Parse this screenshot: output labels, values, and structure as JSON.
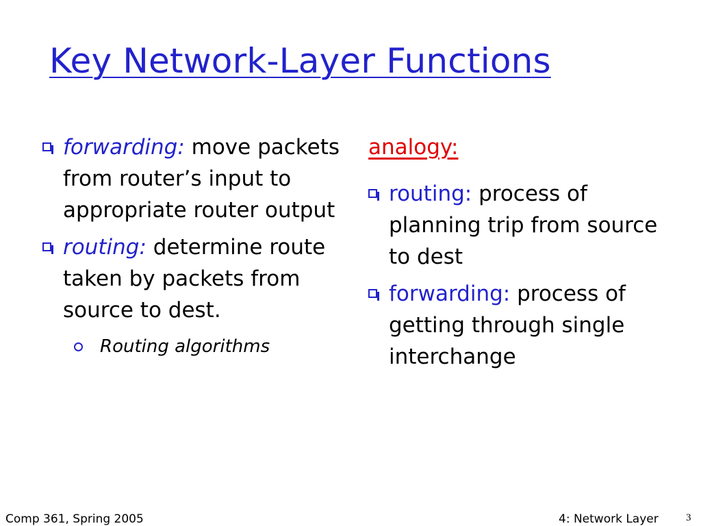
{
  "slide": {
    "title": "Key Network-Layer Functions",
    "left": {
      "bullets": [
        {
          "term": "forwarding:",
          "text": " move packets from router’s input to appropriate router output"
        },
        {
          "term": "routing:",
          "text": " determine route taken by packets from source to dest."
        }
      ],
      "sub_bullet": "Routing algorithms"
    },
    "right": {
      "heading": "analogy:",
      "bullets": [
        {
          "term": "routing:",
          "text": " process of planning trip from source to dest"
        },
        {
          "term": "forwarding:",
          "text": " process of getting through single interchange"
        }
      ]
    }
  },
  "footer": {
    "left": "Comp 361, Spring 2005",
    "right": "4: Network Layer",
    "page": "3"
  },
  "colors": {
    "title": "#2222cc",
    "accent": "#2222cc",
    "analogy": "#e00000"
  }
}
